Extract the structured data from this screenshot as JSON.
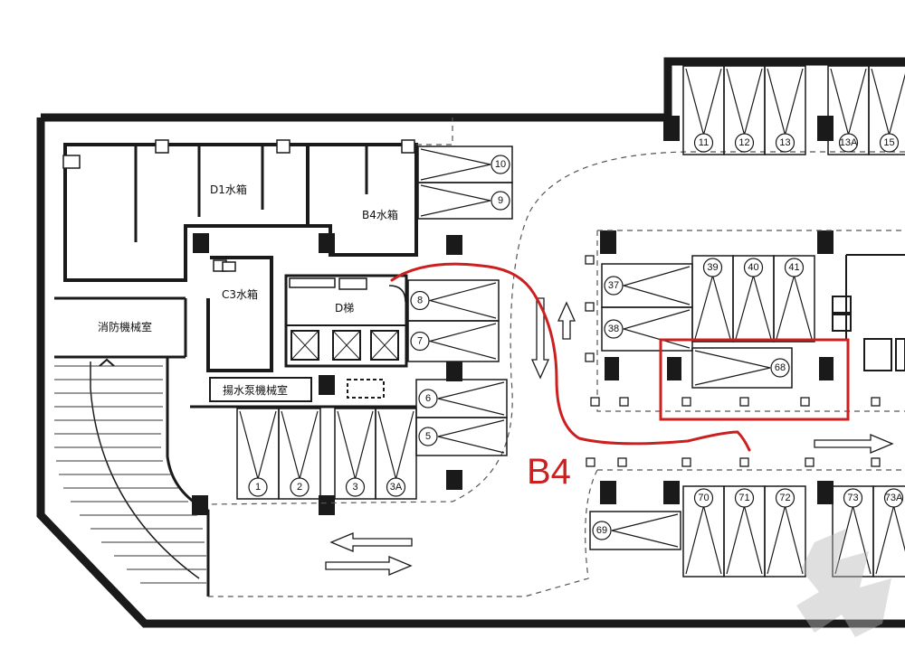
{
  "rooms": {
    "d1_tank": "D1水箱",
    "b4_tank": "B4水箱",
    "c3_tank": "C3水箱",
    "fire_room": "消防機械室",
    "d_stair": "D梯",
    "pump_room": "揚水泵機械室"
  },
  "floor_label": "B4",
  "highlight_color": "#cc1f1f",
  "parking": {
    "top_row": [
      "11",
      "12",
      "13",
      "13A",
      "15"
    ],
    "right_column": [
      "10",
      "9"
    ],
    "center_column": [
      "8",
      "7"
    ],
    "lower_center": [
      "6",
      "5"
    ],
    "bottom_left": [
      "1",
      "2",
      "3",
      "3A"
    ],
    "island_left": [
      "37",
      "38"
    ],
    "island_top": [
      "39",
      "40",
      "41"
    ],
    "highlighted": "68",
    "bottom_row": [
      "70",
      "71",
      "72",
      "73",
      "73A"
    ],
    "single": "69"
  }
}
